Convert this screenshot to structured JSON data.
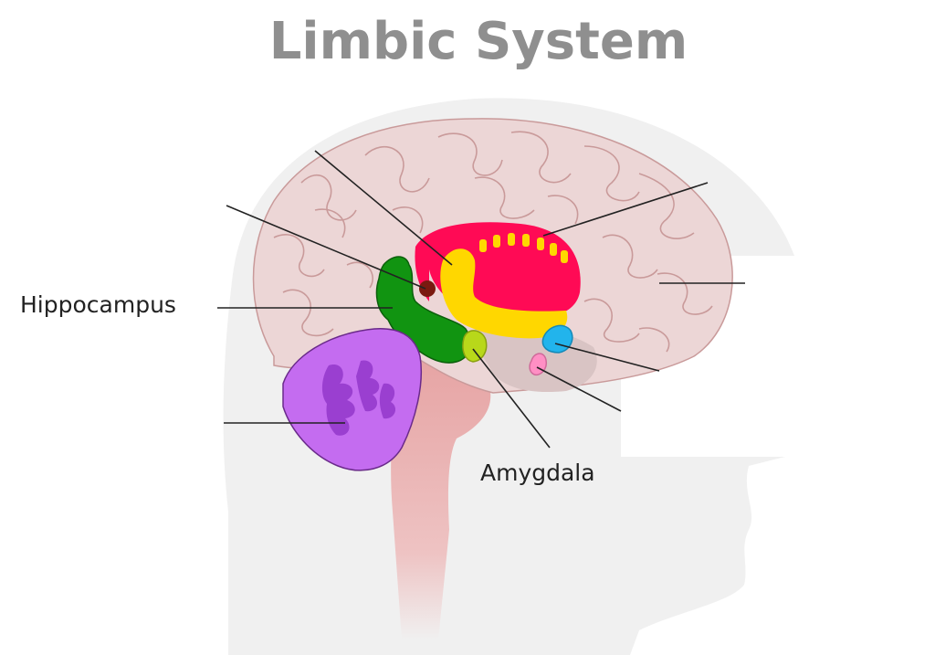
{
  "title": "Limbic System",
  "labels": {
    "hippocampus": "Hippocampus",
    "amygdala": "Amygdala"
  },
  "colors": {
    "title": "#8f8f8f",
    "head_silhouette": "#f0f0f0",
    "cerebrum": "#ecd6d6",
    "cerebrum_outline": "#c99a9a",
    "cingulate_gyrus": "#ff0a55",
    "fornix": "#ffd700",
    "hippocampus": "#119411",
    "amygdala": "#b8d81a",
    "hypothalamus": "#22b4ec",
    "pituitary": "#ff8fc4",
    "thalamus_region": "#d9c4c4",
    "mammillary_body": "#7a1a10",
    "cerebellum": "#c46cf0",
    "cerebellum_detail": "#9a3fd0",
    "brainstem": "#e8a8a8"
  }
}
